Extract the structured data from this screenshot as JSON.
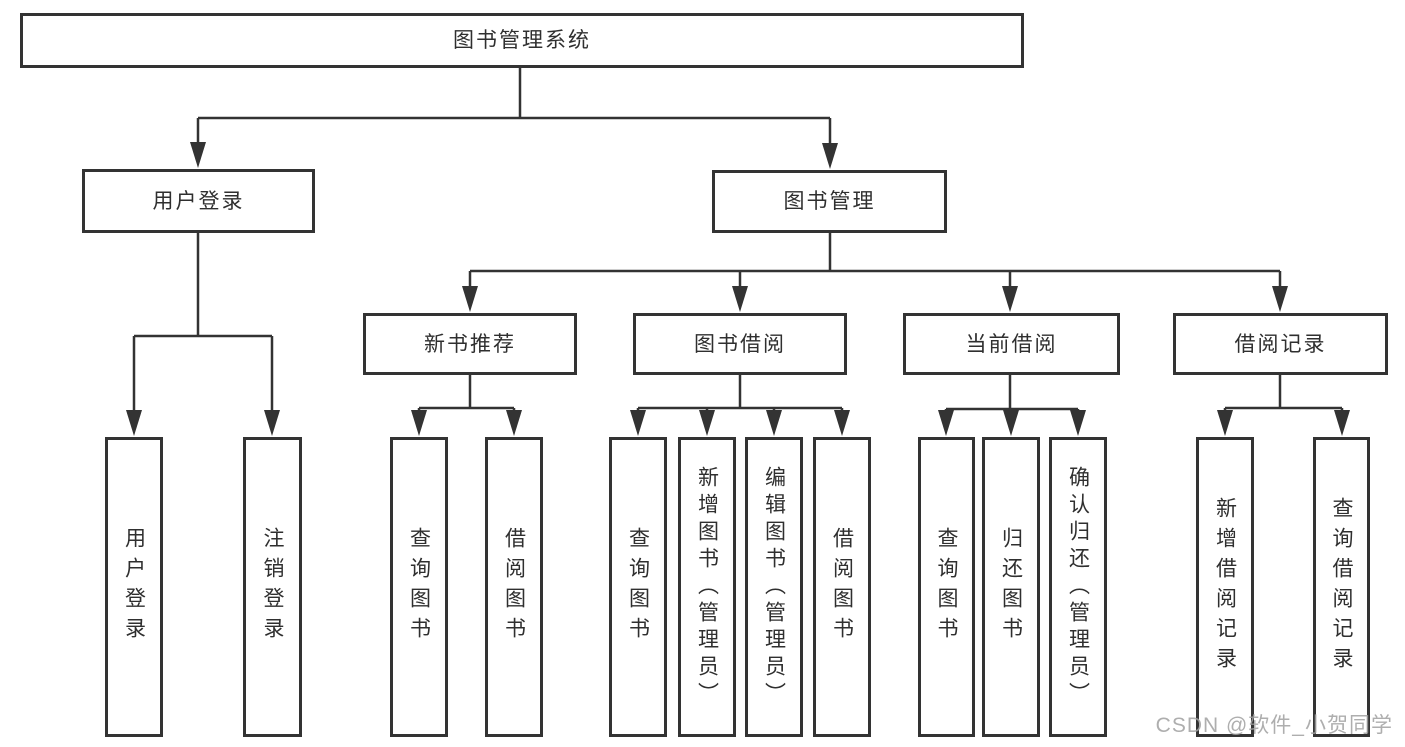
{
  "tree": {
    "label": "图书管理系统",
    "children": [
      {
        "label": "用户登录",
        "children": [
          {
            "label": "用户登录"
          },
          {
            "label": "注销登录"
          }
        ]
      },
      {
        "label": "图书管理",
        "children": [
          {
            "label": "新书推荐",
            "children": [
              {
                "label": "查询图书"
              },
              {
                "label": "借阅图书"
              }
            ]
          },
          {
            "label": "图书借阅",
            "children": [
              {
                "label": "查询图书"
              },
              {
                "label": "新增图书（管理员）"
              },
              {
                "label": "编辑图书（管理员）"
              },
              {
                "label": "借阅图书"
              }
            ]
          },
          {
            "label": "当前借阅",
            "children": [
              {
                "label": "查询图书"
              },
              {
                "label": "归还图书"
              },
              {
                "label": "确认归还（管理员）"
              }
            ]
          },
          {
            "label": "借阅记录",
            "children": [
              {
                "label": "新增借阅记录"
              },
              {
                "label": "查询借阅记录"
              }
            ]
          }
        ]
      }
    ]
  },
  "watermark": {
    "text": "CSDN @软件_小贺同学"
  },
  "colors": {
    "line": "#333333",
    "text": "#2f2f2f",
    "box_background": "#ffffff",
    "watermark": "#a0a0a0",
    "background": "#ffffff"
  }
}
